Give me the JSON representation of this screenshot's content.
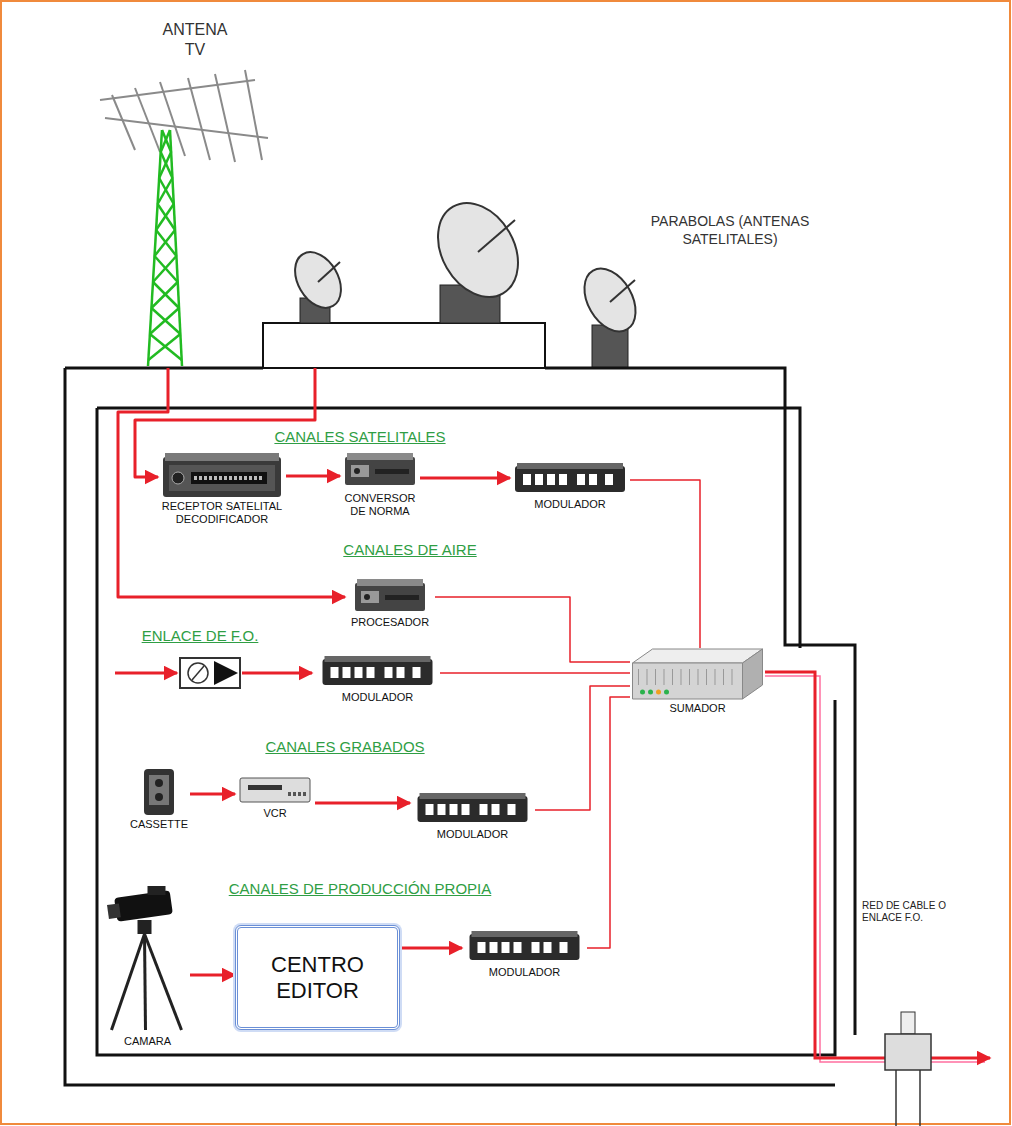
{
  "diagram": {
    "nodes": [
      {
        "text": [
          "ANTENA TV"
        ]
      },
      {
        "text": [
          "PARABOLAS (ANTENAS SATELITALES)"
        ]
      },
      {
        "text": [
          "RECEPTOR SATELITAL DECODIFICADOR"
        ]
      },
      {
        "text": [
          "CONVERSOR DE NORMA"
        ]
      },
      {
        "text": [
          "MODULADOR"
        ]
      },
      {
        "text": [
          "PROCESADOR"
        ]
      },
      {
        "text": [
          "MODULADOR"
        ]
      },
      {
        "text": [
          "SUMADOR"
        ]
      },
      {
        "text": [
          "CASSETTE"
        ]
      },
      {
        "text": [
          "VCR"
        ]
      },
      {
        "text": [
          "MODULADOR"
        ]
      },
      {
        "text": [
          "CAMARA"
        ]
      },
      {
        "text": [
          "CENTRO EDITOR"
        ]
      },
      {
        "text": [
          "MODULADOR"
        ]
      }
    ],
    "edges": [
      {
        "from": 0,
        "to": 5,
        "arrow": "to"
      },
      {
        "from": 1,
        "to": 2,
        "arrow": "to"
      },
      {
        "from": 2,
        "to": 3,
        "arrow": "to"
      },
      {
        "from": 3,
        "to": 4,
        "arrow": "to"
      },
      {
        "from": 4,
        "to": 7,
        "arrow": "none"
      },
      {
        "from": 5,
        "to": 7,
        "arrow": "none"
      },
      {
        "from": 6,
        "to": 7,
        "arrow": "none"
      },
      {
        "from": 8,
        "to": 9,
        "arrow": "to"
      },
      {
        "from": 9,
        "to": 10,
        "arrow": "to"
      },
      {
        "from": 10,
        "to": 7,
        "arrow": "none"
      },
      {
        "from": 11,
        "to": 12,
        "arrow": "to"
      },
      {
        "from": 12,
        "to": 13,
        "arrow": "to"
      },
      {
        "from": 13,
        "to": 7,
        "arrow": "none"
      }
    ],
    "labels": [
      "CANALES SATELITALES",
      "CANALES DE AIRE",
      "ENLACE DE F.O.",
      "CANALES GRABADOS",
      "CANALES DE PRODUCCIÓN PROPIA",
      "RED DE CABLE O ENLACE F.O."
    ]
  }
}
